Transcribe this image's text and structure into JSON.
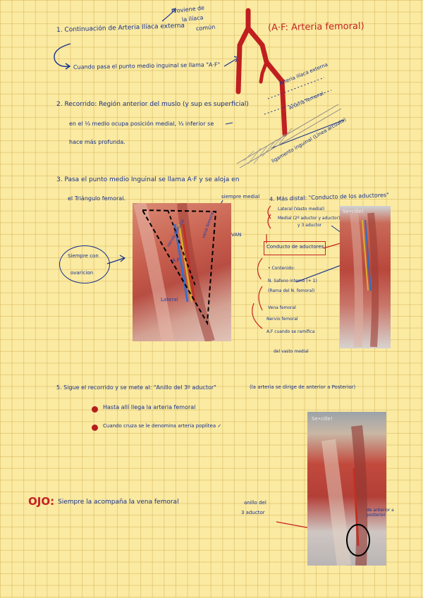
{
  "section1": {
    "title": "1. Continuación de Arteria Ilíaca externa",
    "origin_note_1": "Proviene de",
    "origin_note_2": "la ilíaca",
    "origin_note_3": "común",
    "arrow_note": "Cuando pasa el punto medio inguinal se llama \"A·F\"",
    "af_label": "(A·F: Arteria femoral)"
  },
  "vessel_diagram": {
    "label_external_iliac": "Arteria ilíaca externa",
    "label_femoral": "Arteria femoral",
    "label_ligament": "ligamento inguinal (Línea arcuata)"
  },
  "section2": {
    "title": "2. Recorrido: Región anterior del muslo (y sup es superficial)",
    "line_2": "en el ⅓ medio ocupa posición medial, ⅓ inferior se",
    "line_3": "hace más profunda."
  },
  "section3": {
    "title": "3. Pasa el punto medio Inguinal se llama A·F y se aloja en",
    "line_2": "el Triángulo femoral.",
    "photo_label_medial": "siempre medial",
    "photo_label_lat": "Lateral",
    "photo_label_nervio": "nervio femoral",
    "photo_label_vena": "vena femoral",
    "photo_label_art": "A.F",
    "photo_label_van": "VAN",
    "oval_text_1": "Siempre con",
    "oval_text_2": "ovaricion"
  },
  "section4": {
    "title": "4. Más distal: \"Conducto de los aductores\"",
    "item_lateral": "Lateral (Vasto medial)",
    "item_medial_1": "Medial (2º aductor y aductor)",
    "item_medial_2": "y 3 aductor",
    "box_label": "Conducto de aductores",
    "content_label": "• Contenido:",
    "content_1": "N. Safeno interno (+ 1)",
    "content_2": "(Rama del N. femoral)",
    "content_3": "Vena femoral",
    "content_4": "Nervio femoral",
    "content_5": "A.F cuando se ramifica",
    "content_6": "del vasto medial",
    "photo_watermark": "Se•cille!"
  },
  "section5": {
    "title": "5. Sigue el recorrido y se mete al: \"Anillo del 3º aductor\"",
    "note": "(la arteria se dirige de anterior a Posterior)",
    "bullet_1": "Hasta allí llega la arteria femoral",
    "bullet_2": "Cuando cruza se le denomina arteria poplítea ✓",
    "photo_watermark": "Se•cille!",
    "ring_label_1": "anillo del",
    "ring_label_2": "3 aductor",
    "ring_label_3": "de anterior a posterior"
  },
  "ojo": {
    "label": "OJO:",
    "text": "Siempre la acompaña la vena femoral"
  },
  "colors": {
    "paper": "#fbeaa1",
    "grid": "#d9b45a",
    "ink_blue": "#14308f",
    "ink_red": "#c42222",
    "artery": "#c01f1f"
  }
}
